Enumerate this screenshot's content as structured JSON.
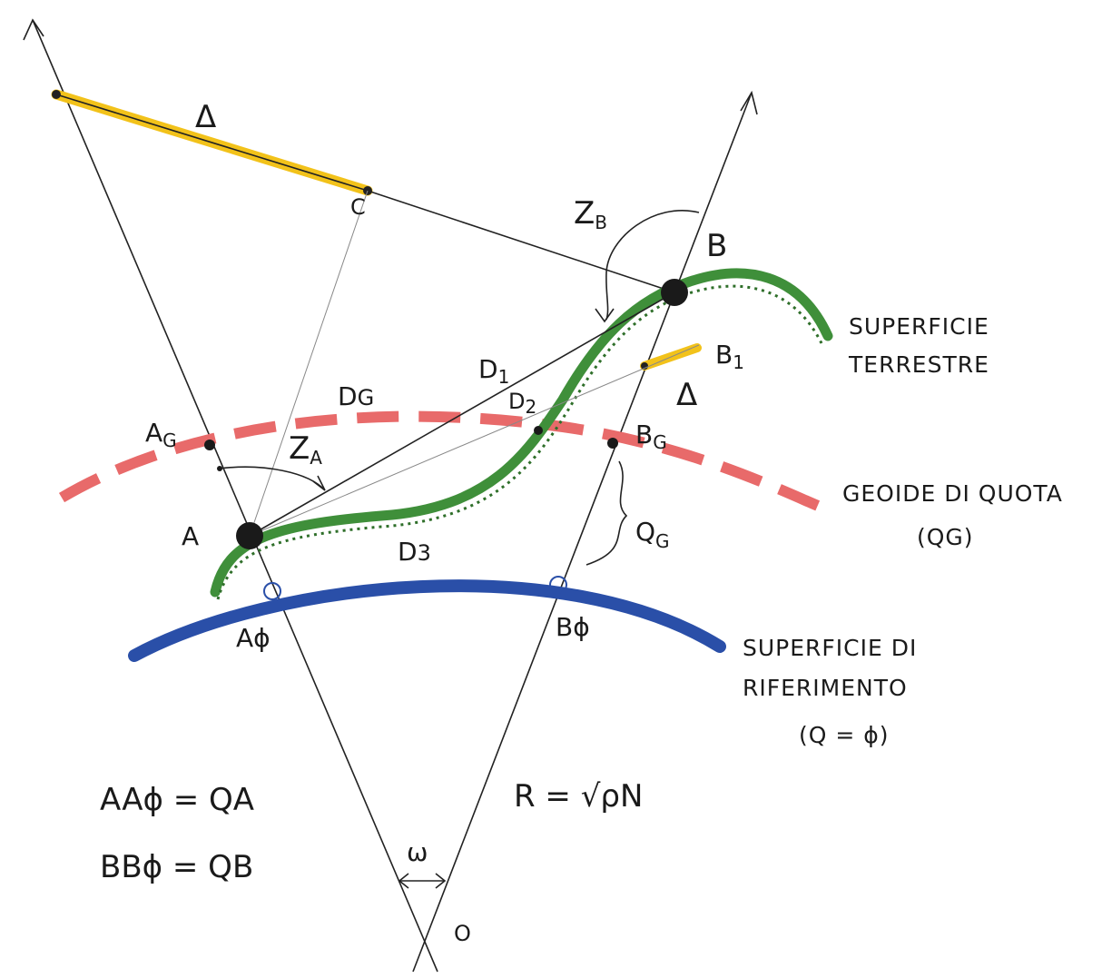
{
  "labels": {
    "delta_top": "Δ",
    "delta_small": "Δ",
    "c": "C",
    "zb": "Z",
    "zb_sub": "B",
    "za": "Z",
    "za_sub": "A",
    "b": "B",
    "b1": "B",
    "b1_sub": "1",
    "a": "A",
    "ag": "A",
    "ag_sub": "G",
    "bg": "B",
    "bg_sub": "G",
    "d1": "D",
    "d1_sub": "1",
    "d2": "D",
    "d2_sub": "2",
    "d3": "D",
    "d3_sub": "3",
    "dg": "D",
    "dg_sub": "G",
    "qg": "Q",
    "qg_sub": "G",
    "a0": "Aϕ",
    "b0": "Bϕ",
    "o": "O",
    "omega": "ω"
  },
  "captions": {
    "terrain_1": "SUPERFICIE",
    "terrain_2": "TERRESTRE",
    "geoid_1": "GEOIDE DI QUOTA",
    "geoid_2": "(QG)",
    "ref_1": "SUPERFICIE DI",
    "ref_2": "RIFERIMENTO",
    "ref_3": "(Q = ϕ)"
  },
  "formulas": {
    "qa": "AAϕ = QA",
    "qb": "BBϕ = QB",
    "r": "R = √ρN"
  },
  "colors": {
    "delta": "#f2c21a",
    "terrain": "#3f8f3a",
    "geoid": "#e86a6a",
    "reference": "#2a4fa8",
    "ink": "#1a1a1a"
  }
}
